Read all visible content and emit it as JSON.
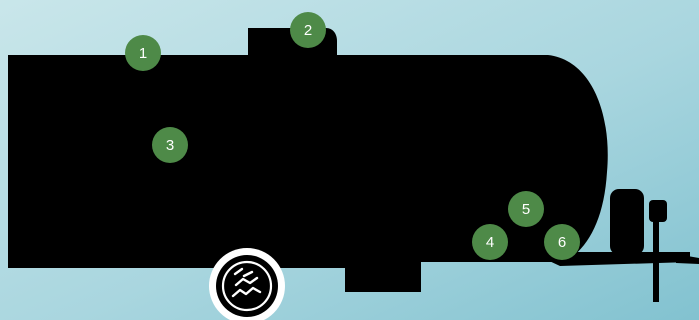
{
  "colors": {
    "background_light": "#c9e6ea",
    "background_dark": "#82c2d0",
    "silhouette": "#000000",
    "hotspot_fill": "#4e8a48",
    "hotspot_text": "#ffffff",
    "wheel_ring": "#ffffff"
  },
  "icons": {
    "wheel": "tire-tread-icon"
  },
  "hotspots": [
    {
      "label": "1"
    },
    {
      "label": "2"
    },
    {
      "label": "3"
    },
    {
      "label": "4"
    },
    {
      "label": "5"
    },
    {
      "label": "6"
    }
  ]
}
